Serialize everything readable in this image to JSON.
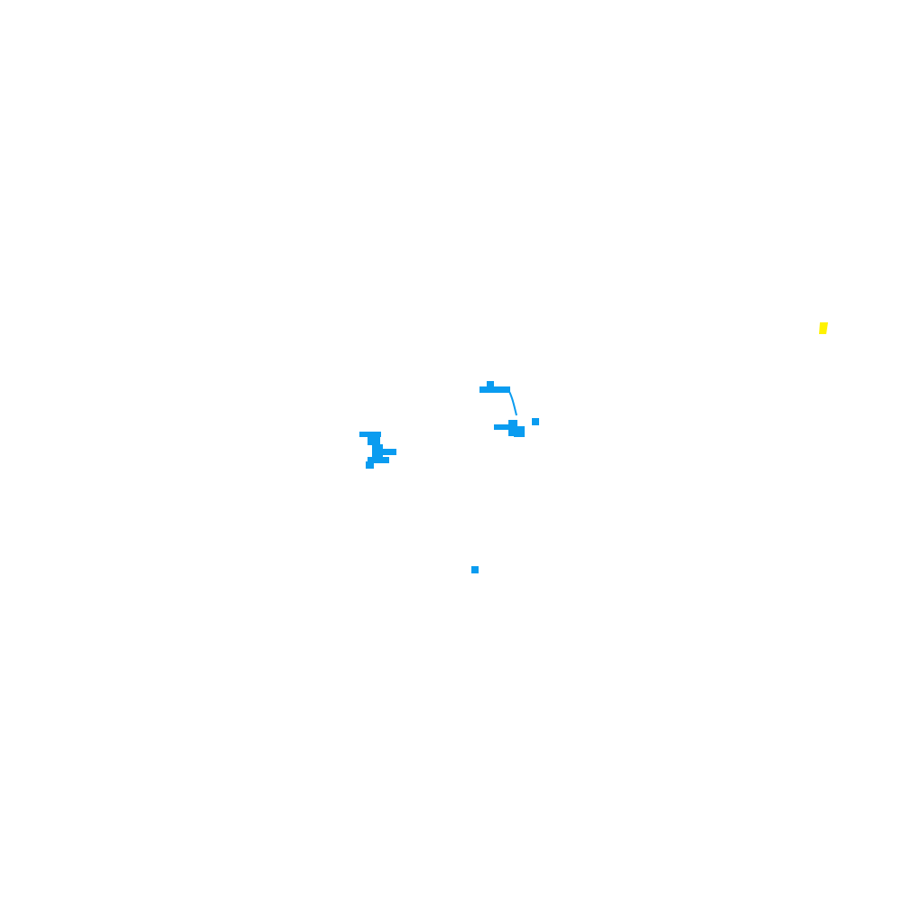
{
  "canvas": {
    "background": "#ffffff"
  },
  "palette": {
    "cyan_blue": "#0a9cf0",
    "yellow": "#fff200"
  },
  "clusters": [
    {
      "name": "left-blue-cluster",
      "color_key": "cyan_blue"
    },
    {
      "name": "center-blue-cluster",
      "color_key": "cyan_blue"
    },
    {
      "name": "lower-blue-dot",
      "color_key": "cyan_blue"
    },
    {
      "name": "right-yellow-dot",
      "color_key": "yellow"
    }
  ]
}
